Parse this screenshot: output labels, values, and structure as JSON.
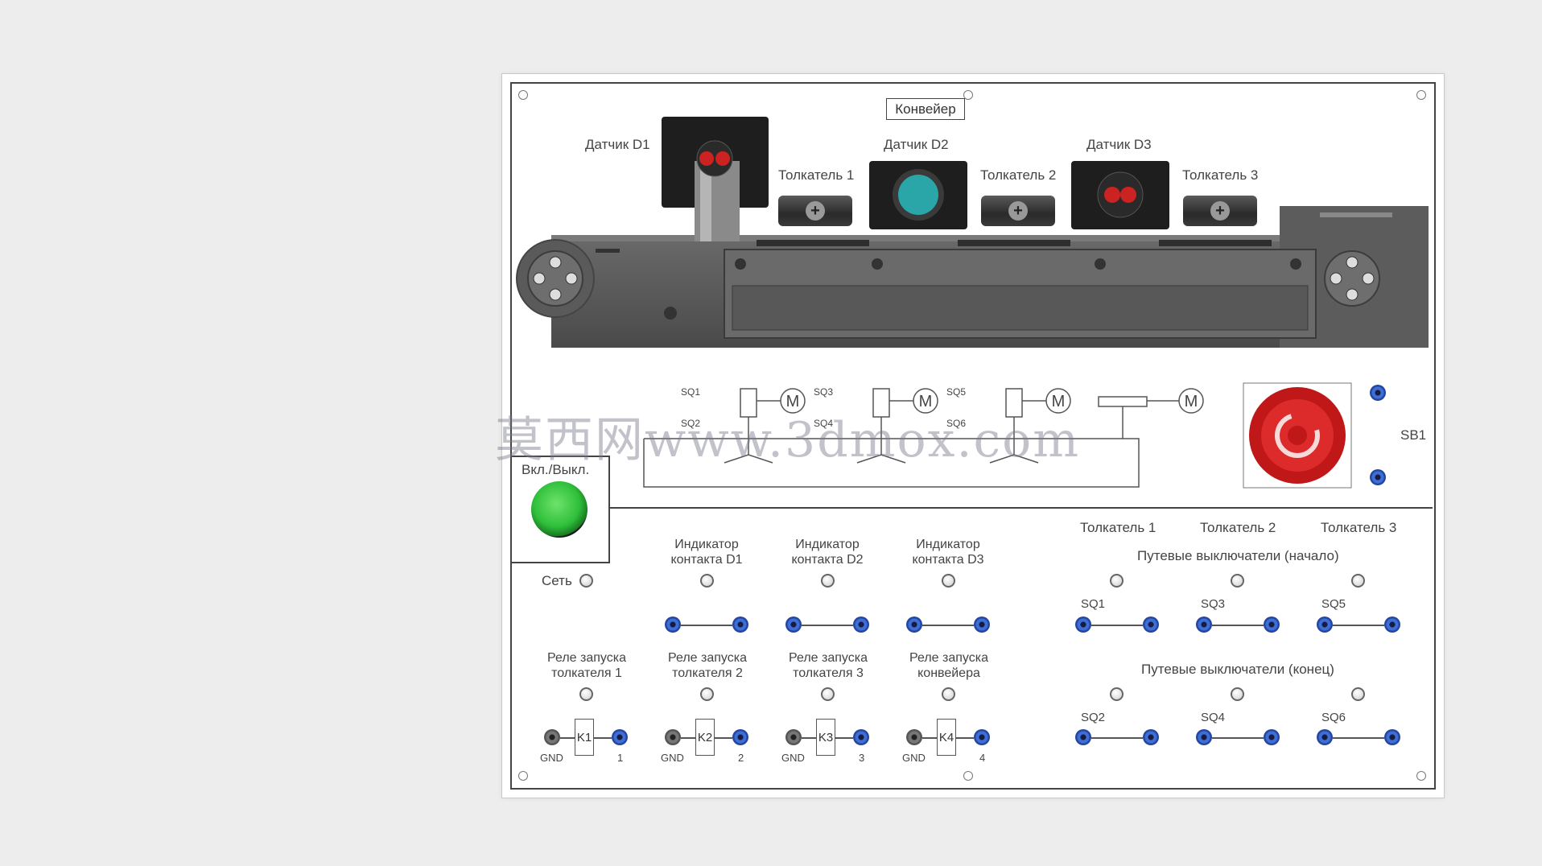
{
  "panel": {
    "title": "Конвейер",
    "sensors": [
      {
        "label": "Датчик D1"
      },
      {
        "label": "Датчик D2"
      },
      {
        "label": "Датчик D3"
      }
    ],
    "pushers": [
      {
        "label": "Толкатель 1"
      },
      {
        "label": "Толкатель 2"
      },
      {
        "label": "Толкатель 3"
      }
    ],
    "schematic": {
      "labels": [
        "SQ1",
        "SQ2",
        "SQ3",
        "SQ4",
        "SQ5",
        "SQ6"
      ],
      "motor": "M",
      "estop_label": "SB1"
    },
    "power": {
      "button_label": "Вкл./Выкл.",
      "network_label": "Сеть"
    },
    "indicators": [
      {
        "label": "Индикатор контакта D1"
      },
      {
        "label": "Индикатор контакта D2"
      },
      {
        "label": "Индикатор контакта D3"
      }
    ],
    "relays": [
      {
        "label": "Реле запуска толкателя 1",
        "coil": "K1",
        "gnd": "GND",
        "out": "1"
      },
      {
        "label": "Реле запуска толкателя 2",
        "coil": "K2",
        "gnd": "GND",
        "out": "2"
      },
      {
        "label": "Реле запуска толкателя 3",
        "coil": "K3",
        "gnd": "GND",
        "out": "3"
      },
      {
        "label": "Реле запуска конвейера",
        "coil": "K4",
        "gnd": "GND",
        "out": "4"
      }
    ],
    "limit_switches": {
      "columns": [
        "Толкатель 1",
        "Толкатель 2",
        "Толкатель 3"
      ],
      "start_title": "Путевые выключатели (начало)",
      "end_title": "Путевые выключатели (конец)",
      "start": [
        "SQ1",
        "SQ3",
        "SQ5"
      ],
      "end": [
        "SQ2",
        "SQ4",
        "SQ6"
      ]
    },
    "colors": {
      "power_button": "#2fbf3a",
      "estop": "#d42020",
      "sensor_teal": "#2aa6a8",
      "jack_blue": "#3d6fd6"
    }
  },
  "watermark": "莫西网www.3dmox.com"
}
